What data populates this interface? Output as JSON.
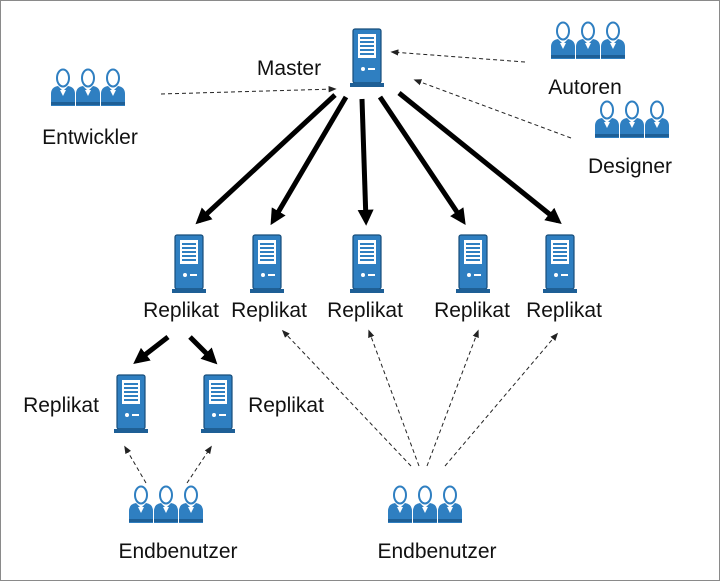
{
  "diagram": {
    "master_label": "Master",
    "replica_label": "Replikat",
    "groups": {
      "developers": "Entwickler",
      "authors": "Autoren",
      "designers": "Designer",
      "end_users_left": "Endbenutzer",
      "end_users_right": "Endbenutzer"
    },
    "colors": {
      "server_body": "#2f7fc1",
      "server_face": "#ffffff",
      "server_edge": "#174d7a",
      "person": "#2f7fc1",
      "arrow_solid": "#000000",
      "arrow_dashed": "#222222"
    },
    "icons": {
      "server": "server-icon",
      "user_group": "user-group-icon"
    }
  }
}
